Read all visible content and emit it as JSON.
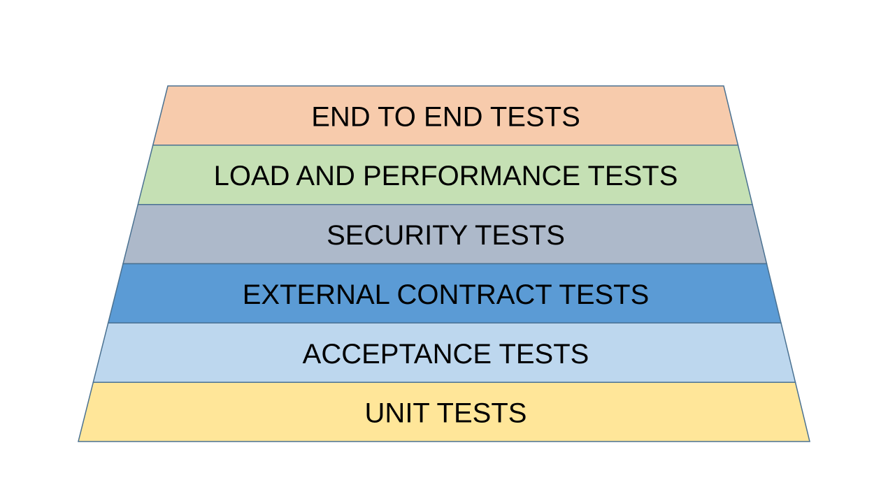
{
  "diagram": {
    "type": "layered-pyramid",
    "title": "",
    "background_color": "#ffffff",
    "border_color": "#4A7191",
    "text_color": "#000000",
    "pyramid": {
      "layers": [
        {
          "label": "END TO END TESTS",
          "fill": "#F7CBAC"
        },
        {
          "label": "LOAD AND PERFORMANCE TESTS",
          "fill": "#C5E0B4"
        },
        {
          "label": "SECURITY TESTS",
          "fill": "#ADB9CA"
        },
        {
          "label": "EXTERNAL CONTRACT TESTS",
          "fill": "#5B9BD5"
        },
        {
          "label": "ACCEPTANCE TESTS",
          "fill": "#BDD7EE"
        },
        {
          "label": "UNIT TESTS",
          "fill": "#FFE699"
        }
      ],
      "order_note": "top to bottom"
    }
  }
}
